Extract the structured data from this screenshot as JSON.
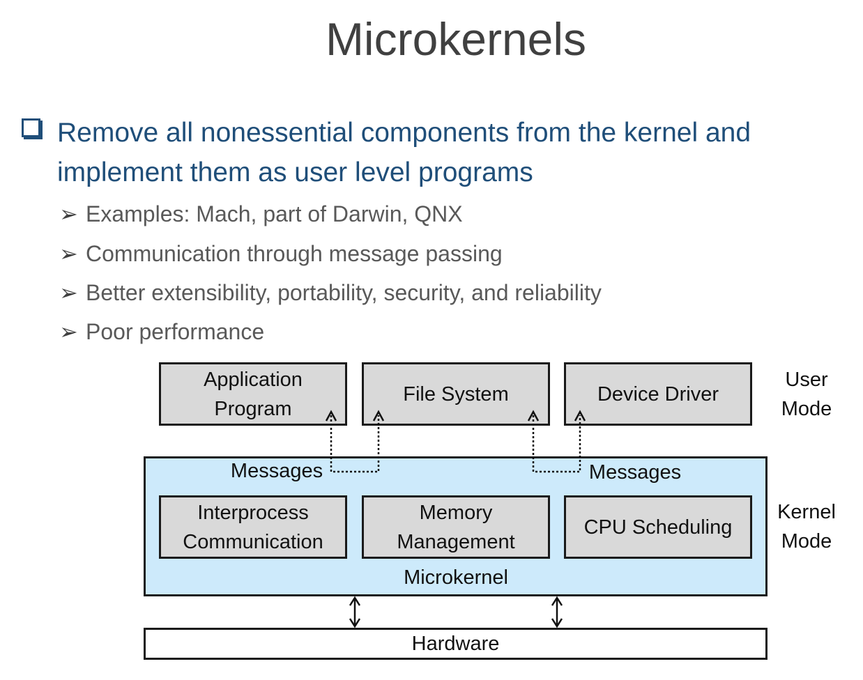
{
  "title": "Microkernels",
  "main_bullet": "Remove all nonessential components from the kernel and implement them as user level programs",
  "sub_bullets": [
    "Examples: Mach, part of Darwin, QNX",
    "Communication through message passing",
    "Better extensibility, portability, security, and reliability",
    "Poor performance"
  ],
  "diagram": {
    "user_boxes": [
      {
        "line1": "Application",
        "line2": "Program"
      },
      {
        "line1": "File System",
        "line2": ""
      },
      {
        "line1": "Device Driver",
        "line2": ""
      }
    ],
    "kernel_boxes": [
      {
        "line1": "Interprocess",
        "line2": "Communication"
      },
      {
        "line1": "Memory",
        "line2": "Management"
      },
      {
        "line1": "CPU Scheduling",
        "line2": ""
      }
    ],
    "messages_left": "Messages",
    "messages_right": "Messages",
    "microkernel_label": "Microkernel",
    "hardware_label": "Hardware",
    "user_mode": {
      "line1": "User",
      "line2": "Mode"
    },
    "kernel_mode": {
      "line1": "Kernel",
      "line2": "Mode"
    }
  },
  "colors": {
    "title": "#404040",
    "main_bullet": "#1f4e79",
    "sub_bullet": "#595959",
    "component_box": "#d9d9d9",
    "kernel_fill": "#cdeafb"
  }
}
